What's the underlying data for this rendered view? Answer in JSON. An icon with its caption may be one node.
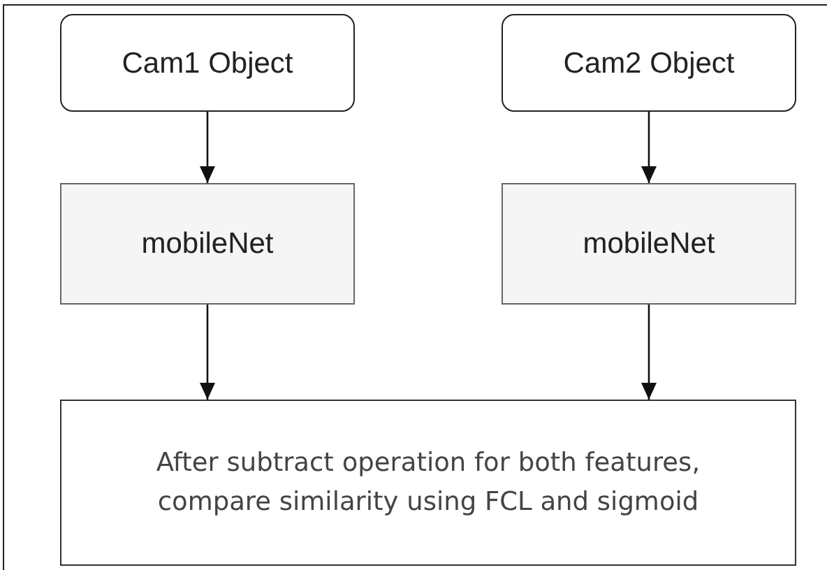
{
  "diagram": {
    "nodes": [
      {
        "text": [
          "Cam1 Object"
        ]
      },
      {
        "text": [
          "Cam2 Object"
        ]
      },
      {
        "text": [
          "mobileNet"
        ]
      },
      {
        "text": [
          "mobileNet"
        ]
      },
      {
        "text": [
          "After subtract operation for both features, compare similarity using FCL and sigmoid"
        ]
      }
    ],
    "edges": [
      {
        "from": 0,
        "to": 2,
        "arrow": "to"
      },
      {
        "from": 1,
        "to": 3,
        "arrow": "to"
      },
      {
        "from": 2,
        "to": 4,
        "arrow": "to"
      },
      {
        "from": 3,
        "to": 4,
        "arrow": "to"
      }
    ]
  }
}
